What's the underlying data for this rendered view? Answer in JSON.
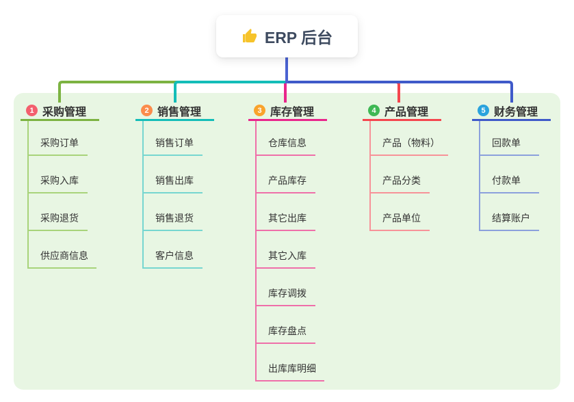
{
  "root": {
    "title": "ERP 后台",
    "icon": "thumbs-up-icon",
    "icon_color": "#f6c32a",
    "text_color": "#3d4a5f",
    "line_color": "#4b63d2"
  },
  "canvas": {
    "page_bg": "#ffffff",
    "panel_bg": "#e8f6e3"
  },
  "branches": [
    {
      "badge": "1",
      "title": "采购管理",
      "badge_color": "#f35f6d",
      "line_color": "#7cb342",
      "child_line_color": "#a8d37a",
      "children": [
        "采购订单",
        "采购入库",
        "采购退货",
        "供应商信息"
      ]
    },
    {
      "badge": "2",
      "title": "销售管理",
      "badge_color": "#fb8c4c",
      "line_color": "#14bdb8",
      "child_line_color": "#76d6d0",
      "children": [
        "销售订单",
        "销售出库",
        "销售退货",
        "客户信息"
      ]
    },
    {
      "badge": "3",
      "title": "库存管理",
      "badge_color": "#f9a32c",
      "line_color": "#e9268c",
      "child_line_color": "#ef6fa9",
      "children": [
        "仓库信息",
        "产品库存",
        "其它出库",
        "其它入库",
        "库存调拨",
        "库存盘点",
        "出库库明细"
      ]
    },
    {
      "badge": "4",
      "title": "产品管理",
      "badge_color": "#3eb854",
      "line_color": "#f4464e",
      "child_line_color": "#f79298",
      "children": [
        "产品（物料）",
        "产品分类",
        "产品单位"
      ]
    },
    {
      "badge": "5",
      "title": "财务管理",
      "badge_color": "#2aa3dd",
      "line_color": "#3f5ac9",
      "child_line_color": "#8ba0dc",
      "children": [
        "回款单",
        "付款单",
        "结算账户"
      ]
    }
  ]
}
